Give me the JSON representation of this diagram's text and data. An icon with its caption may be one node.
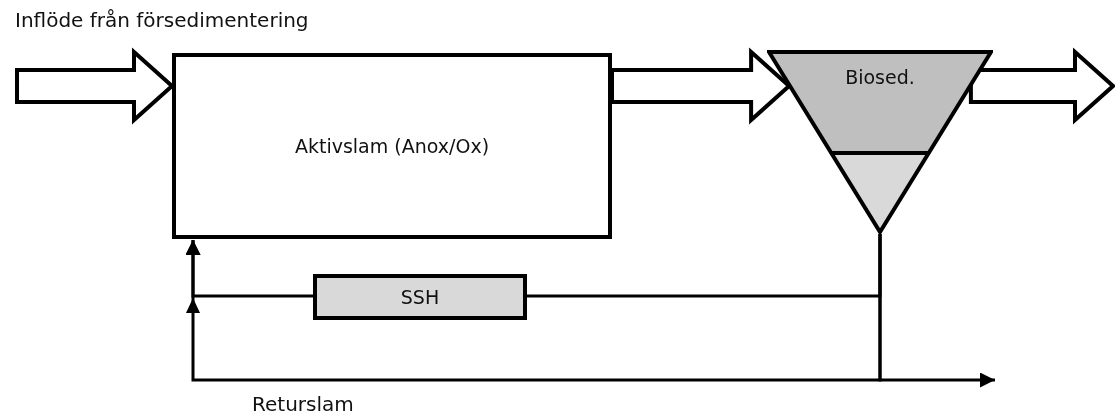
{
  "diagram": {
    "nodes": [
      {
        "text": [
          "Aktivslam (Anox/Ox)"
        ]
      },
      {
        "text": [
          "Biosed."
        ]
      },
      {
        "text": [
          "SSH"
        ]
      }
    ],
    "edges": [
      {
        "from": null,
        "to": 0,
        "arrow": "to",
        "style": "thick",
        "label": "Inflöde från försedimentering"
      },
      {
        "from": 0,
        "to": 1,
        "arrow": "to",
        "style": "thick"
      },
      {
        "from": 1,
        "to": null,
        "arrow": "to",
        "style": "thick"
      },
      {
        "from": 1,
        "to": 2,
        "arrow": "none"
      },
      {
        "from": 2,
        "to": 0,
        "arrow": "to"
      },
      {
        "from": 1,
        "to": 0,
        "arrow": "to",
        "label": "Returslam"
      },
      {
        "from": 1,
        "to": null,
        "arrow": "to"
      }
    ]
  }
}
